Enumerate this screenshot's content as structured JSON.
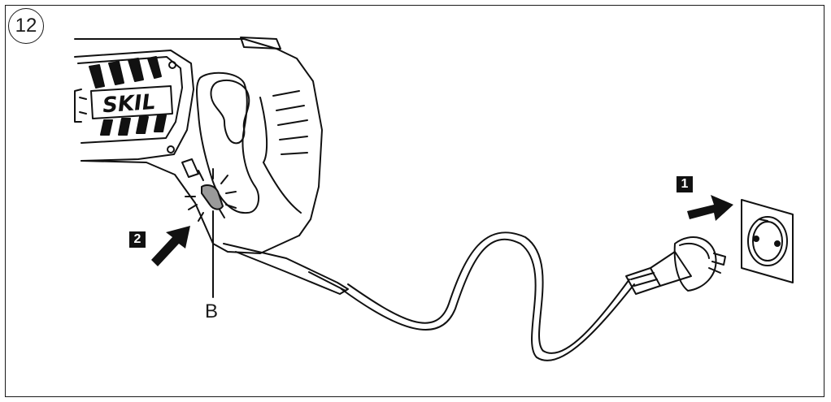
{
  "figure": {
    "number": "12",
    "brand_logo": "SKIL",
    "callout_label": "B",
    "steps": [
      {
        "label": "1"
      },
      {
        "label": "2"
      }
    ]
  }
}
